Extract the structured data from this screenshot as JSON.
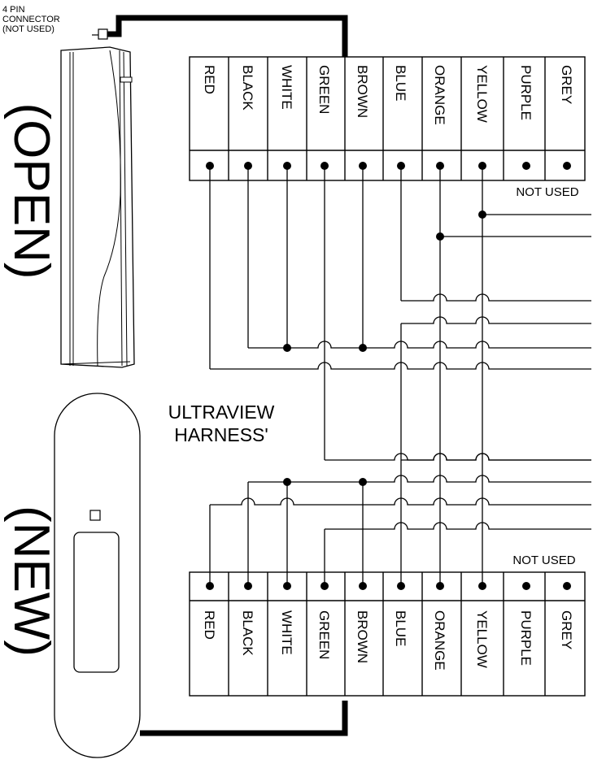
{
  "connector_note": [
    "4 PIN",
    "CONNECTOR",
    "(NOT USED)"
  ],
  "harness_label": [
    "ULTRAVIEW",
    "HARNESS'"
  ],
  "side_label_top": "(OPEN)",
  "side_label_bottom": "(NEW)",
  "not_used_label": "NOT USED",
  "wires": [
    "RED",
    "BLACK",
    "WHITE",
    "GREEN",
    "BROWN",
    "BLUE",
    "ORANGE",
    "YELLOW",
    "PURPLE",
    "GREY"
  ]
}
